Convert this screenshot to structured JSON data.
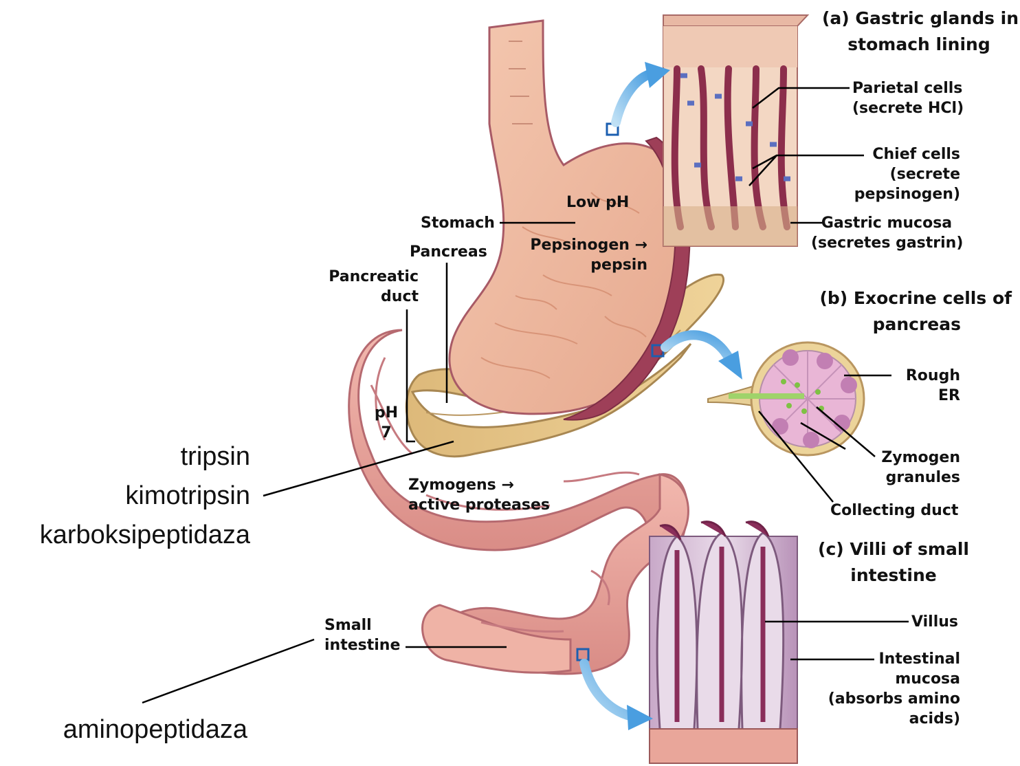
{
  "panels": {
    "gastric_title": [
      "(a) Gastric glands in",
      "stomach lining"
    ],
    "pancreas_title": [
      "(b) Exocrine cells of",
      "pancreas"
    ],
    "villi_title": [
      "(c) Villi of small",
      "intestine"
    ]
  },
  "labels": {
    "parietal": [
      "Parietal cells",
      "(secrete HCl)"
    ],
    "chief": [
      "Chief cells",
      "(secrete",
      "pepsinogen)"
    ],
    "gastric_mucosa": [
      "Gastric mucosa",
      "(secretes gastrin)"
    ],
    "rough_er": [
      "Rough",
      "ER"
    ],
    "zymogen_granules": [
      "Zymogen",
      "granules"
    ],
    "collecting_duct": "Collecting duct",
    "villus": "Villus",
    "intestinal_mucosa": [
      "Intestinal",
      "mucosa",
      "(absorbs amino",
      "acids)"
    ],
    "stomach": "Stomach",
    "low_ph": "Low pH",
    "pepsinogen": [
      "Pepsinogen →",
      "pepsin"
    ],
    "pancreas": "Pancreas",
    "pancreatic_duct": [
      "Pancreatic",
      "duct"
    ],
    "ph7": [
      "pH",
      "7"
    ],
    "zymogens": [
      "Zymogens →",
      "active proteases"
    ],
    "small_intestine": [
      "Small",
      "intestine"
    ]
  },
  "annotations": {
    "proteases": [
      "tripsin",
      "kimotripsin",
      "karboksipeptidaza"
    ],
    "aminopeptidase": "aminopeptidaza"
  }
}
